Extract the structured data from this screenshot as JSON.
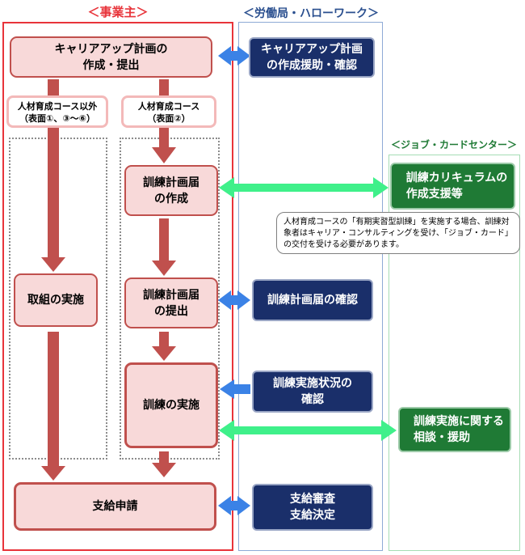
{
  "columns": {
    "employer": "＜事業主＞",
    "labor_office": "＜労働局・ハローワーク＞",
    "job_card_center": "＜ジョブ・カードセンター＞"
  },
  "employer": {
    "plan_create": "キャリアアップ計画の\n作成・提出",
    "course_other": "人材育成コース以外\n（表面①、③～⑥）",
    "course_hr": "人材育成コース\n（表面②）",
    "training_plan_create": "訓練計画届\nの作成",
    "initiatives": "取組の実施",
    "training_plan_submit": "訓練計画届\nの提出",
    "training_execute": "訓練の実施",
    "payment_application": "支給申請"
  },
  "labor_office": {
    "plan_support": "キャリアアップ計画\nの作成援助・確認",
    "plan_confirm": "訓練計画届の確認",
    "status_confirm": "訓練実施状況の\n確認",
    "payment_decision": "支給審査\n支給決定"
  },
  "job_card_center": {
    "curriculum_support": "訓練カリキュラムの\n作成支援等",
    "consultation_support": "訓練実施に関する\n相談・援助"
  },
  "note": "人材育成コースの「有期実習型訓練」を実施する場合、訓練対象者はキャリア・コンサルティングを受け、「ジョブ・カード」の交付を受ける必要があります。",
  "colors": {
    "employer_frame": "#e8343a",
    "labor_frame": "#8eaad6",
    "jobcard_frame": "#a6dcb4",
    "flow_arrow": "#c0504d",
    "blue_arrow": "#3b82e6",
    "green_arrow": "#3ff08a"
  }
}
